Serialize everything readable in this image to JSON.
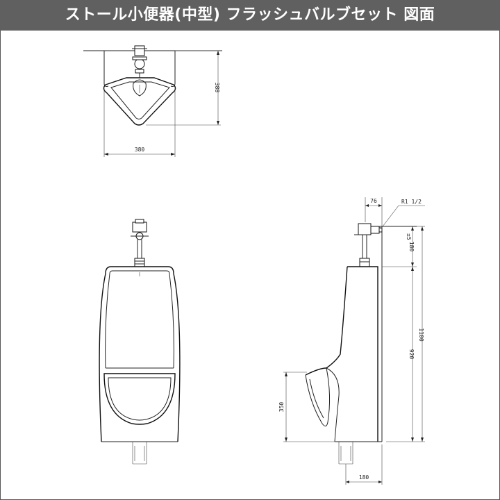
{
  "title": "ストール小便器(中型) フラッシュバルブセット 図面",
  "top_view": {
    "dim_width": "380",
    "dim_depth": "388"
  },
  "side_view": {
    "dim_valve_offset": "76",
    "dim_pipe_size": "R1 1/2",
    "dim_valve_height": "180",
    "dim_valve_height_sup": "±5",
    "dim_total_height": "1100",
    "dim_bowl_to_top": "920",
    "dim_lip_height": "350",
    "dim_depth": "180"
  }
}
